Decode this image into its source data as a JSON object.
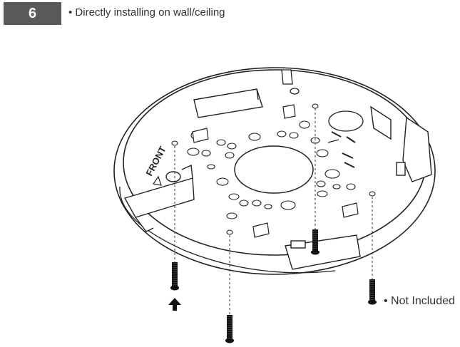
{
  "header": {
    "step_number": "6",
    "title": "• Directly installing on wall/ceiling"
  },
  "diagram": {
    "front_label": "FRONT",
    "note": "• Not Included",
    "arrow": "up",
    "screw_count": 4
  }
}
